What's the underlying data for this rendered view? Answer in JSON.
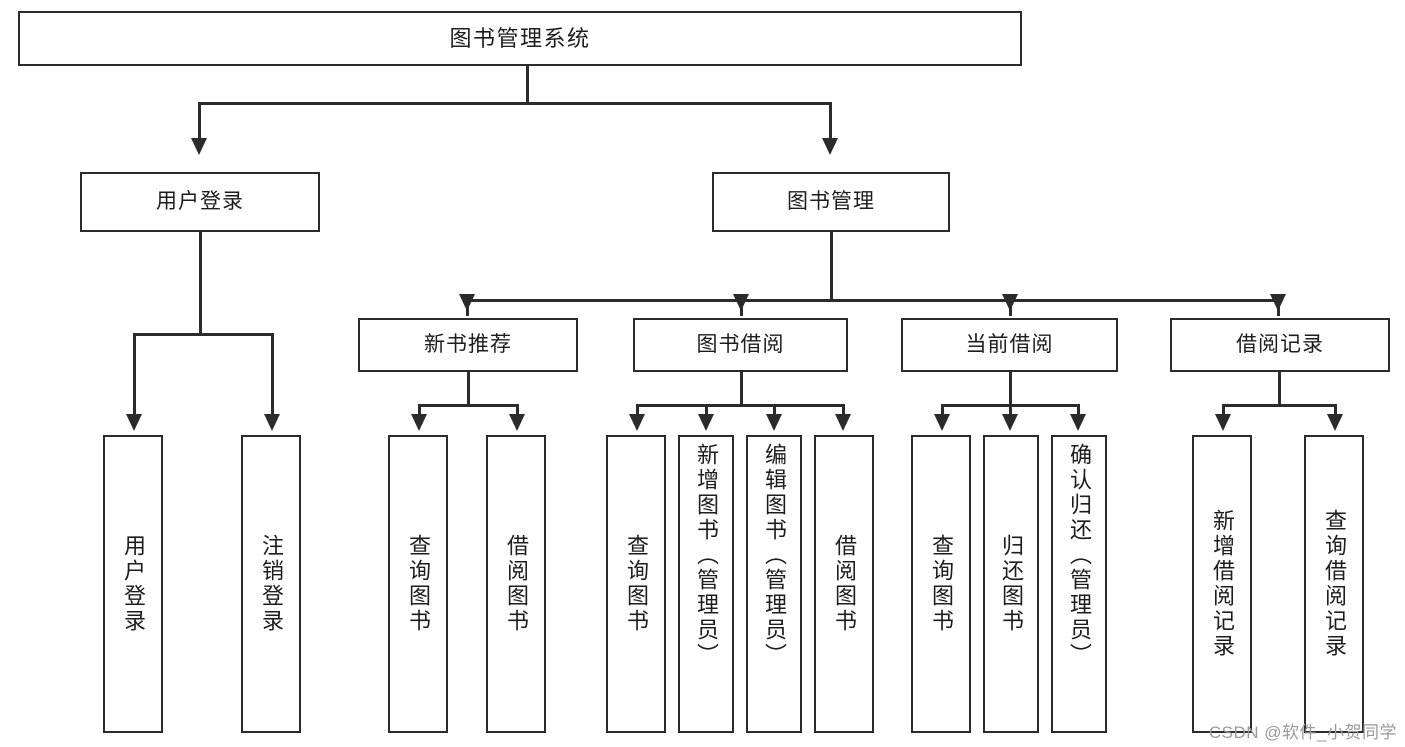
{
  "diagram": {
    "title": "图书管理系统",
    "type": "tree-hierarchy-chart",
    "root": {
      "label": "图书管理系统"
    },
    "level2": [
      {
        "label": "用户登录"
      },
      {
        "label": "图书管理"
      }
    ],
    "level3": [
      {
        "label": "新书推荐"
      },
      {
        "label": "图书借阅"
      },
      {
        "label": "当前借阅"
      },
      {
        "label": "借阅记录"
      }
    ],
    "leaves": {
      "user_login": [
        {
          "label": "用户登录"
        },
        {
          "label": "注销登录"
        }
      ],
      "new_book_recommend": [
        {
          "label": "查询图书"
        },
        {
          "label": "借阅图书"
        }
      ],
      "book_borrow": [
        {
          "label": "查询图书"
        },
        {
          "label": "新增图书（管理员）"
        },
        {
          "label": "编辑图书（管理员）"
        },
        {
          "label": "借阅图书"
        }
      ],
      "current_borrow": [
        {
          "label": "查询图书"
        },
        {
          "label": "归还图书"
        },
        {
          "label": "确认归还（管理员）"
        }
      ],
      "borrow_record": [
        {
          "label": "新增借阅记录"
        },
        {
          "label": "查询借阅记录"
        }
      ]
    }
  },
  "watermark": {
    "text": "CSDN @软件_小贺同学"
  },
  "colors": {
    "stroke": "#2b2b2b",
    "fill": "#ffffff",
    "text": "#1d1d1d",
    "watermark": "#9a9a9a"
  }
}
